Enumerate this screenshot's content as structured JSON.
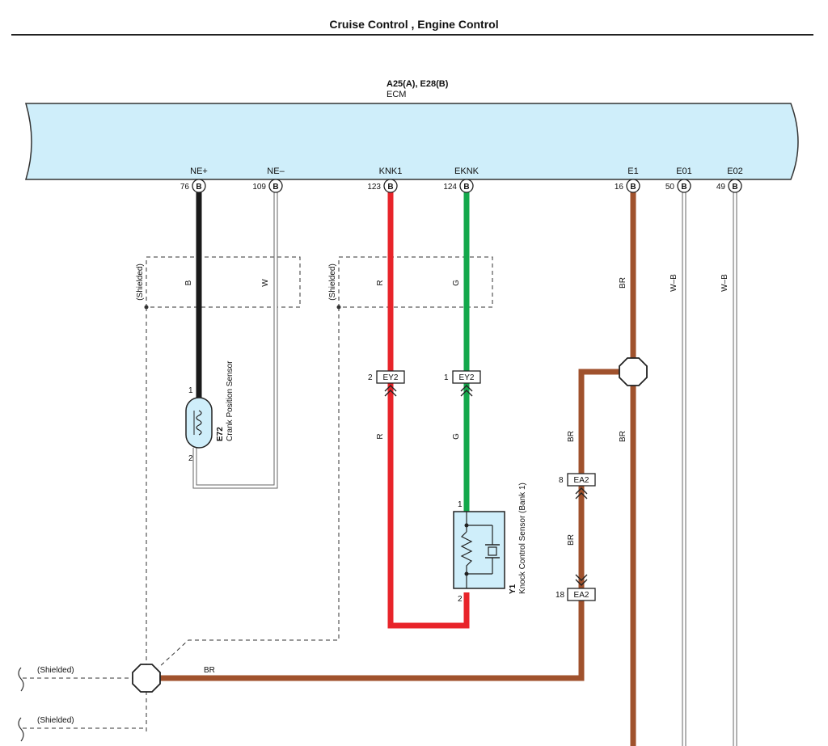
{
  "title": "Cruise Control , Engine Control",
  "colors": {
    "ecm_fill": "#cfeefa",
    "wire_black": "#1a1a1a",
    "wire_red": "#e8242a",
    "wire_green": "#13a84b",
    "wire_brown": "#a0522d",
    "wire_white": "#ffffff"
  },
  "ecm": {
    "ref": "A25(A), E28(B)",
    "name": "ECM",
    "pins": [
      {
        "label": "NE+",
        "num": "76",
        "conn": "B"
      },
      {
        "label": "NE–",
        "num": "109",
        "conn": "B"
      },
      {
        "label": "KNK1",
        "num": "123",
        "conn": "B"
      },
      {
        "label": "EKNK",
        "num": "124",
        "conn": "B"
      },
      {
        "label": "E1",
        "num": "16",
        "conn": "B"
      },
      {
        "label": "E01",
        "num": "50",
        "conn": "B"
      },
      {
        "label": "E02",
        "num": "49",
        "conn": "B"
      }
    ]
  },
  "wire_colors": {
    "ne_plus": "B",
    "ne_minus": "W",
    "knk1_upper": "R",
    "eknk_upper": "G",
    "knk1_lower": "R",
    "eknk_lower": "G",
    "e1_upper": "BR",
    "e1_lower": "BR",
    "e01": "W–B",
    "e02": "W–B",
    "branch_upper": "BR",
    "branch_lower": "BR",
    "bottom_run": "BR"
  },
  "shield_label": "(Shielded)",
  "crank_sensor": {
    "code": "E72",
    "name": "Crank Position Sensor",
    "pin1": "1",
    "pin2": "2"
  },
  "knock_sensor": {
    "code": "Y1",
    "name": "Knock Control Sensor (Bank 1)",
    "pin1": "1",
    "pin2": "2"
  },
  "connectors": {
    "ey2_knk": {
      "name": "EY2",
      "pin": "2"
    },
    "ey2_eknk": {
      "name": "EY2",
      "pin": "1"
    },
    "ea2_top": {
      "name": "EA2",
      "pin": "8"
    },
    "ea2_bottom": {
      "name": "EA2",
      "pin": "18"
    }
  },
  "left_shield_labels": [
    "(Shielded)",
    "(Shielded)"
  ]
}
